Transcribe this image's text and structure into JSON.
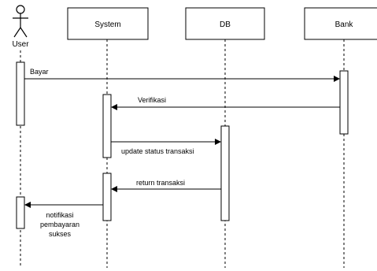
{
  "participants": {
    "user": "User",
    "system": "System",
    "db": "DB",
    "bank": "Bank"
  },
  "messages": {
    "bayar": "Bayar",
    "verifikasi": "Verifikasi",
    "update_status": "update status transaksi",
    "return_transaksi": "return transaksi",
    "notifikasi_line1": "notifikasi",
    "notifikasi_line2": "pembayaran",
    "notifikasi_line3": "sukses"
  }
}
